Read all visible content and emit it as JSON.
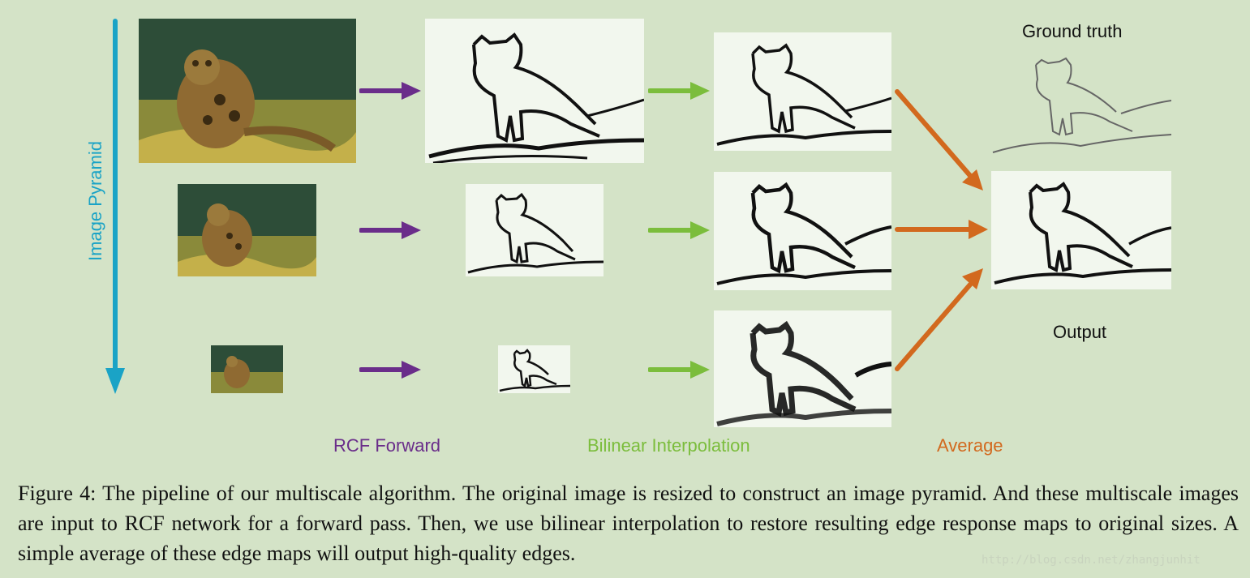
{
  "diagram": {
    "axis_label": "Image Pyramid",
    "ground_truth_label": "Ground truth",
    "output_label": "Output",
    "legend": {
      "rcf_forward": "RCF Forward",
      "bilinear": "Bilinear Interpolation",
      "average": "Average"
    }
  },
  "colors": {
    "pyramid_arrow": "#1aa3c6",
    "rcf_arrow": "#6a2d8a",
    "bilinear_arrow": "#7bbd3c",
    "average_arrow": "#d2691e",
    "background": "#d4e3c7"
  },
  "caption": "Figure 4: The pipeline of our multiscale algorithm. The original image is resized to construct an image pyramid. And these multiscale images are input to RCF network for a forward pass. Then, we use bilinear interpolation to restore resulting edge response maps to original sizes. A simple average of these edge maps will output high-quality edges.",
  "watermark": "http://blog.csdn.net/zhangjunhit"
}
